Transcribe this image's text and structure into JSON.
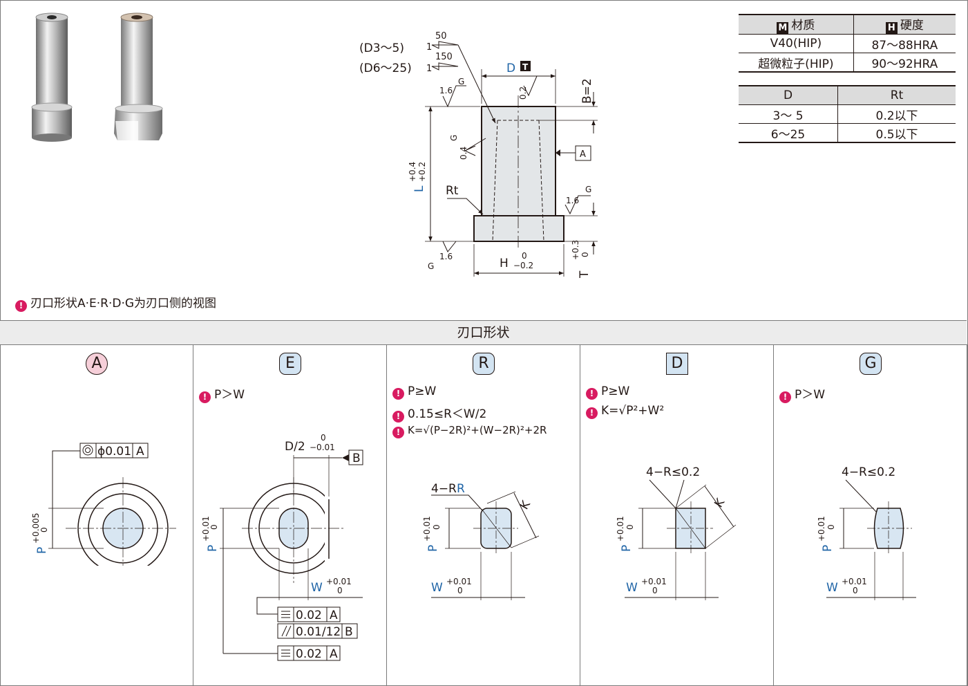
{
  "spec_table": {
    "headers": {
      "material_mark": "M",
      "material": "材质",
      "hardness_mark": "H",
      "hardness": "硬度"
    },
    "rows": [
      {
        "material": "V40(HIP)",
        "hardness": "87～88HRA"
      },
      {
        "material": "超微粒子(HIP)",
        "hardness": "90～92HRA"
      }
    ]
  },
  "rt_table": {
    "headers": {
      "d": "D",
      "rt": "Rt"
    },
    "rows": [
      {
        "d": "3～ 5",
        "rt": "0.2以下"
      },
      {
        "d": "6～25",
        "rt": "0.5以下"
      }
    ]
  },
  "drawing": {
    "callout_d3": "(D3～5)",
    "callout_d6": "(D6～25)",
    "taper_50": "50",
    "taper_150": "150",
    "taper_1": "1",
    "dim_d": "D",
    "dim_d_mark": "T",
    "dim_b": "B=2",
    "dim_l": "L",
    "tol_l_plus": "+0.4",
    "tol_l_minus": "+0.2",
    "dim_h": "H",
    "tol_h_upper": "0",
    "tol_h_lower": "−0.2",
    "dim_t": "T",
    "tol_t_upper": "+0.3",
    "tol_t_lower": "0",
    "label_rt": "Rt",
    "datum_a": "A",
    "rough_16": "1.6",
    "rough_04": "0.4",
    "rough_02": "0.2",
    "rough_g": "G"
  },
  "note": "刃口形状A·E·R·D·G为刃口侧的视图",
  "section_title": "刃口形状",
  "shapes": [
    {
      "id": "A",
      "conditions": []
    },
    {
      "id": "E",
      "conditions": [
        "P＞W"
      ]
    },
    {
      "id": "R",
      "conditions": [
        "P≥W",
        "0.15≤R＜W/2",
        "K=√(P−2R)²+(W−2R)²+2R"
      ]
    },
    {
      "id": "D",
      "conditions": [
        "P≥W",
        "K=√P²+W²"
      ]
    },
    {
      "id": "G",
      "conditions": [
        "P＞W"
      ]
    }
  ],
  "dims": {
    "p": "P",
    "w": "W",
    "k": "K",
    "tol_p_a_upper": "+0.005",
    "tol_p_upper": "+0.01",
    "tol_w_upper": "+0.01",
    "tol_zero": "0",
    "fcf_a": {
      "value": "ϕ0.01",
      "datum": "A"
    },
    "fcf_e1": {
      "value": "0.02",
      "datum": "A"
    },
    "fcf_e2": {
      "value": "0.01/12",
      "datum": "B"
    },
    "fcf_e3": {
      "value": "0.02",
      "datum": "A"
    },
    "e_d2": "D/2",
    "e_d2_upper": "0",
    "e_d2_lower": "−0.01",
    "e_datum_b": "B",
    "r_corner": "4−R",
    "r_corner_r": "R",
    "d_corner": "4−R≤0.2",
    "g_corner": "4−R≤0.2"
  }
}
